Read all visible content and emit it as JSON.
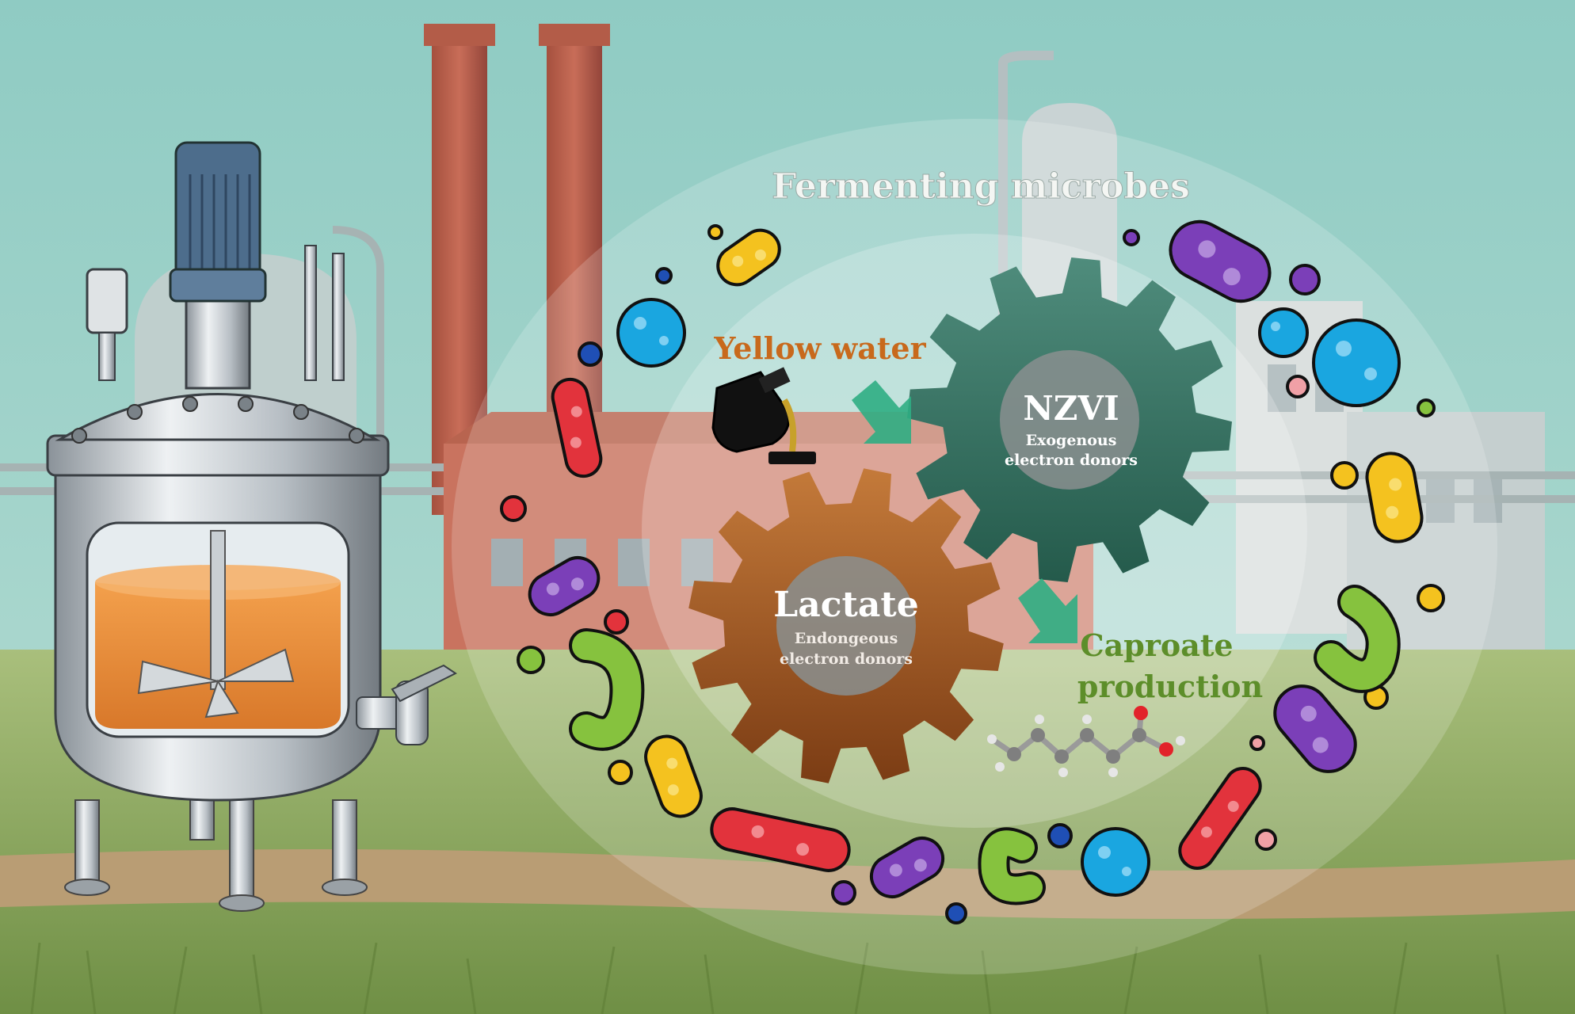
{
  "labels": {
    "fermenting_microbes": "Fermenting  microbes",
    "yellow_water": "Yellow water",
    "nzvi_title": "NZVI",
    "nzvi_sub1": "Exogenous",
    "nzvi_sub2": "electron donors",
    "lactate_title": "Lactate",
    "lactate_sub1": "Endongeous",
    "lactate_sub2": "electron donors",
    "caproate_line1": "Caproate",
    "caproate_line2": "production"
  },
  "colors": {
    "sky": "#9fd3cb",
    "grass": "#8ba85e",
    "nzvi_gear": "#2d6b5a",
    "lactate_gear": "#9a4f1c",
    "yellow_water_text": "#c8691c",
    "caproate_text": "#5d8e2a",
    "arrow": "#2fae83",
    "microbe_purple": "#7b3fb8",
    "microbe_blue": "#1aa6e0",
    "microbe_red": "#e2333c",
    "microbe_green": "#86c23e",
    "microbe_yellow": "#f4c21f"
  },
  "icons": [
    "bioreactor-icon",
    "factory-icon",
    "bottle-pour-icon",
    "gear-icon",
    "arrow-icon",
    "caproate-molecule-icon",
    "bacterium-icon"
  ]
}
